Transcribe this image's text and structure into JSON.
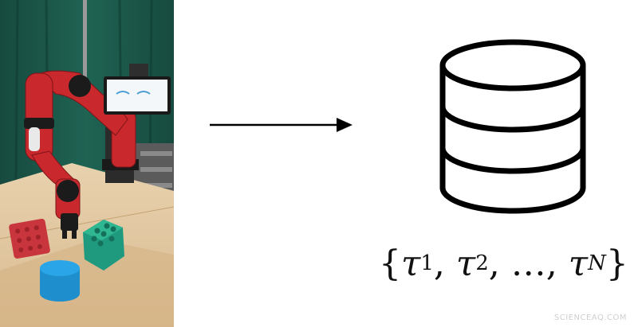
{
  "photo": {
    "description_icon": "robot-arm-photo",
    "colors": {
      "curtain": "#1d5a4b",
      "robot_red": "#c9282d",
      "table": "#e3c9a3",
      "red_block": "#c8353c",
      "green_block": "#1f9a7e",
      "blue_cylinder": "#2aa6e8"
    }
  },
  "arrow": {
    "icon": "right-arrow-icon"
  },
  "database": {
    "icon": "database-icon",
    "stroke": "#000000"
  },
  "formula": {
    "open_brace": "{",
    "tau1": "τ",
    "sub1": "1",
    "comma1": ",",
    "tau2": "τ",
    "sub2": "2",
    "comma2": ",",
    "ellipsis": "…",
    "comma3": ",",
    "tauN": "τ",
    "subN": "N",
    "close_brace": "}"
  },
  "watermark": {
    "text": "SCIENCEAQ.COM"
  }
}
